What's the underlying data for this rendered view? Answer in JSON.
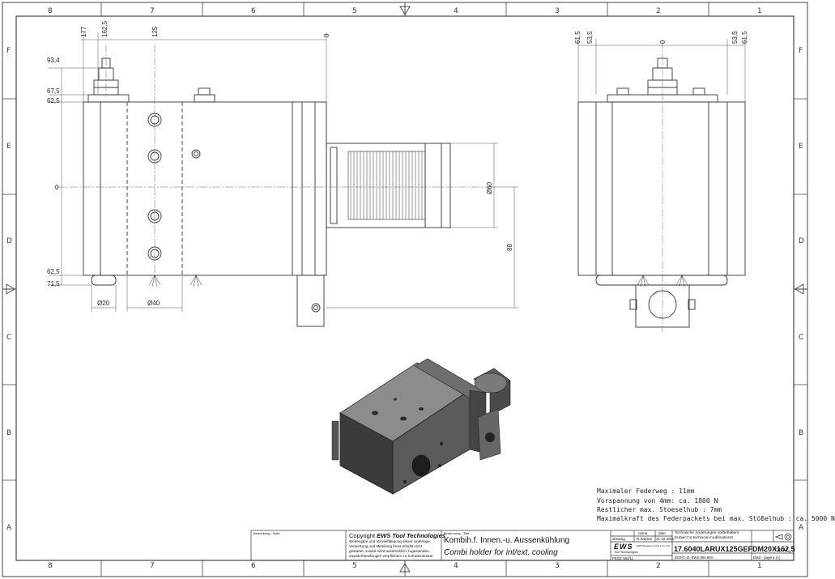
{
  "zones": {
    "columns": [
      "8",
      "7",
      "6",
      "5",
      "4",
      "3",
      "2",
      "1"
    ],
    "rows": [
      "F",
      "E",
      "D",
      "C",
      "B",
      "A"
    ]
  },
  "dimensions": {
    "front_top": [
      "177",
      "162,5",
      "125",
      "0"
    ],
    "front_left": [
      "93,4",
      "67,5",
      "62,5",
      "0",
      "62,5",
      "71,5"
    ],
    "front_bottom": [
      "Ø20",
      "Ø40"
    ],
    "front_right": [
      "Ø60",
      "88"
    ],
    "side_top": [
      "61,5",
      "53,5",
      "0",
      "53,5",
      "61,5"
    ]
  },
  "notes": [
    "Maximaler Federweg : 11mm",
    "Vorspannung von 4mm: ca. 1800 N",
    "Restlicher max. Stoeselhub :  7mm",
    "Maximalkraft des Federpackets bei max. Stößelhub : ca. 5000 N"
  ],
  "title_block": {
    "bemerkung_label": "Bemerkung - Note",
    "copyright_prefix": "Copyright ",
    "copyright_brand": "EWS Tool Technologies",
    "copyright_text": [
      "Weitergabe und Vervielfältigung dieser Unterlage,",
      "Verwertung und Mitteilung ihres Inhalts nicht",
      "gestattet, soweit nicht ausdrücklich zugestanden.",
      "Zuwiderhandlungen verpflichten zu Schadenersatz."
    ],
    "benennung_label": "Benennung - Title",
    "title_de": "Kombih.f. Innen.-u. Aussenkühlung",
    "title_en": "Combi holder for int/ext. cooling",
    "name_header": "name",
    "date_header": "date",
    "drawing_label": "drawing",
    "drawing_name": "R.Wacker",
    "drawing_date": "21.10.2010",
    "changes_de": "Technische Änderungen vorbehalten!",
    "changes_en": "Subject to technical modifications!",
    "part_number": "17.6040LARUX125GEFDM20X162,5",
    "format": "DIN A2",
    "logo": "EWS",
    "logo_sub": "Tool Technologies",
    "company_small": "EWS Weigele GmbH & Co. KG",
    "proj_label": "PROJ: 504/11",
    "ident_label": "IDENT.-Zl.-EWS-094.908 -",
    "sheet_label": "Blatt - page  1 (1)"
  }
}
